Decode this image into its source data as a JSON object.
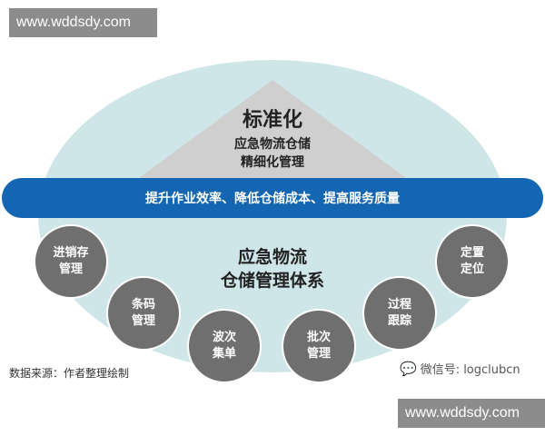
{
  "watermark": {
    "text": "www.wddsdy.com"
  },
  "triangle": {
    "title": "标准化",
    "subtitle": "应急物流仓储\n精细化管理"
  },
  "band": {
    "text": "提升作业效率、降低仓储成本、提高服务质量"
  },
  "center": {
    "text": "应急物流\n仓储管理体系"
  },
  "nodes": [
    {
      "label": "进销存\n管理"
    },
    {
      "label": "条码\n管理"
    },
    {
      "label": "波次\n集单"
    },
    {
      "label": "批次\n管理"
    },
    {
      "label": "过程\n跟踪"
    },
    {
      "label": "定置\n定位"
    }
  ],
  "source": {
    "text": "数据来源：作者整理绘制"
  },
  "wechat": {
    "icon": "wechat-icon",
    "text": "微信号: logclubcn"
  },
  "colors": {
    "ellipse": "#cfe6e8",
    "triangle": "#cfcfcf",
    "band": "#1566b2",
    "node": "#6f6f6f"
  }
}
